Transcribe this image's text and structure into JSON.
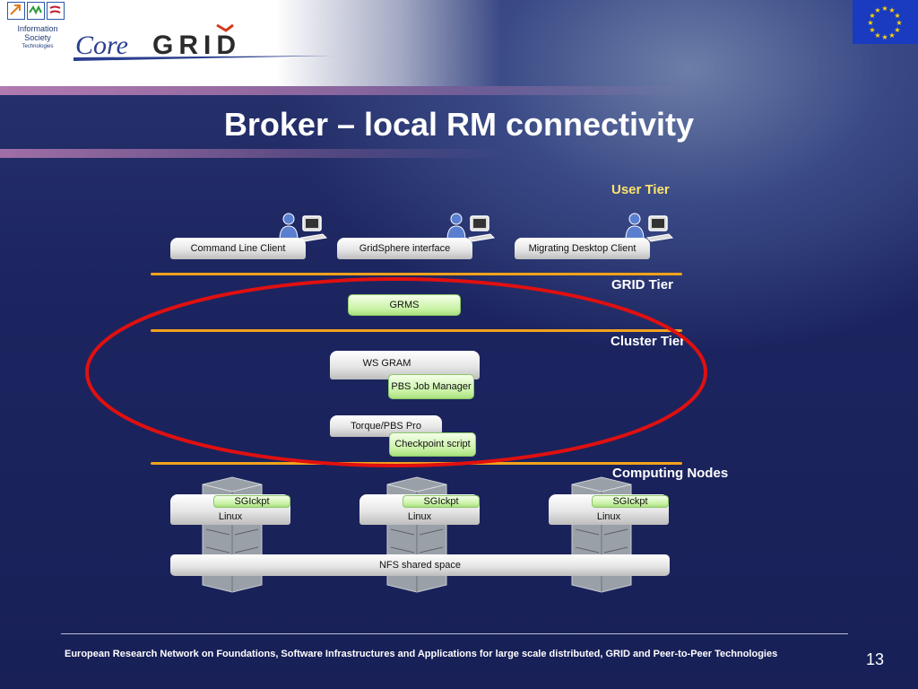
{
  "slide": {
    "title": "Broker – local RM connectivity",
    "page_number": "13",
    "footer": "European Research Network on Foundations, Software Infrastructures and Applications for large scale distributed, GRID and Peer-to-Peer Technologies"
  },
  "logos": {
    "ist_line1": "Information Society",
    "ist_line2": "Technologies",
    "coregrid_prefix": "Core",
    "coregrid_main": "GRID"
  },
  "tiers": {
    "user": "User Tier",
    "grid": "GRID Tier",
    "cluster": "Cluster Tier",
    "computing": "Computing Nodes"
  },
  "clients": [
    "Command Line Client",
    "GridSphere interface",
    "Migrating Desktop Client"
  ],
  "grid": {
    "grms": "GRMS"
  },
  "cluster": {
    "ws_gram": "WS GRAM",
    "pbs_job_manager": "PBS Job Manager",
    "torque": "Torque/PBS Pro",
    "checkpoint": "Checkpoint script"
  },
  "nodes": [
    {
      "sgi": "SGIckpt",
      "os": "Linux"
    },
    {
      "sgi": "SGIckpt",
      "os": "Linux"
    },
    {
      "sgi": "SGIckpt",
      "os": "Linux"
    }
  ],
  "nfs": "NFS shared space",
  "colors": {
    "background": "#1c2560",
    "tier_line": "#f3a21c",
    "highlight_ellipse": "#e01010",
    "green_box": "#c9f2a6"
  }
}
